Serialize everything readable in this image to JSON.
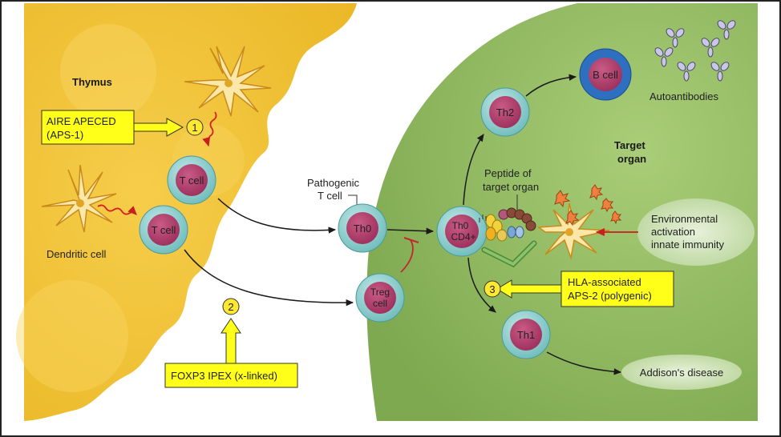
{
  "labels": {
    "thymus": "Thymus",
    "aire_line1": "AIRE APECED",
    "aire_line2": "(APS-1)",
    "step1": "1",
    "step2": "2",
    "step3": "3",
    "t_cell_upper": "T cell",
    "t_cell_lower": "T cell",
    "dendritic_cell": "Dendritic cell",
    "foxp3": "FOXP3 IPEX (x-linked)",
    "pathogenic_line1": "Pathogenic",
    "pathogenic_line2": "T cell",
    "th0": "Th0",
    "th0_cd4_line1": "Th0",
    "th0_cd4_line2": "CD4+",
    "treg_line1": "Treg",
    "treg_line2": "cell",
    "th2": "Th2",
    "th1": "Th1",
    "b_cell": "B cell",
    "autoantibodies": "Autoantibodies",
    "target_line1": "Target",
    "target_line2": "organ",
    "peptide_line1": "Peptide of",
    "peptide_line2": "target organ",
    "env_line1": "Environmental",
    "env_line2": "activation",
    "env_line3": "innate immunity",
    "hla_line1": "HLA-associated",
    "hla_line2": "APS-2 (polygenic)",
    "addison": "Addison's disease"
  },
  "colors": {
    "thymus": "#f2c232",
    "target_organ": "#8fb85e",
    "cell_outer": "#8fcfcf",
    "cell_nucleus": "#b13c6a",
    "b_cell_outer": "#2f6fc0",
    "callout_fill": "#ffff1a",
    "inhibit": "#c0282a",
    "signal": "#d42020"
  }
}
